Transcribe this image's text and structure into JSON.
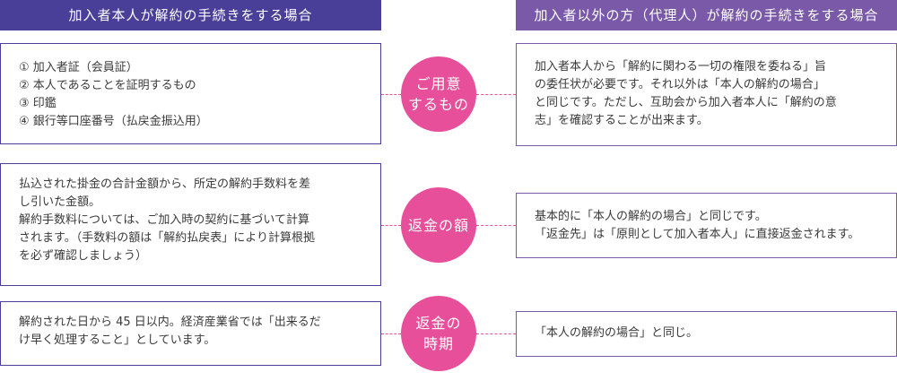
{
  "headers": {
    "left": "加入者本人が解約の手続きをする場合",
    "right": "加入者以外の方（代理人）が解約の手続きをする場合"
  },
  "rows": [
    {
      "label_lines": [
        "ご用意",
        "するもの"
      ],
      "left_lines": [
        "① 加入者証（会員証）",
        "② 本人であることを証明するもの",
        "③ 印鑑",
        "④ 銀行等口座番号（払戻金振込用）"
      ],
      "right_lines": [
        "加入者本人から「解約に関わる一切の権限を委ねる」旨",
        "の委任状が必要です。それ以外は「本人の解約の場合」",
        "と同じです。ただし、互助会から加入者本人に「解約の意",
        "志」を確認することが出来ます。"
      ]
    },
    {
      "label_lines": [
        "返金の額"
      ],
      "left_lines": [
        "払込された掛金の合計金額から、所定の解約手数料を差",
        "し引いた金額。",
        "解約手数料については、ご加入時の契約に基づいて計算",
        "されます。（手数料の額は「解約払戻表」により計算根拠",
        "を必ず確認しましょう）"
      ],
      "right_lines": [
        "基本的に「本人の解約の場合」と同じです。",
        "「返金先」は「原則として加入者本人」に直接返金されます。"
      ]
    },
    {
      "label_lines": [
        "返金の",
        "時期"
      ],
      "left_lines": [
        "解約された日から 45 日以内。経済産業省では「出来るだ",
        "け早く処理すること」としています。"
      ],
      "right_lines": [
        "「本人の解約の場合」と同じ。"
      ]
    }
  ]
}
